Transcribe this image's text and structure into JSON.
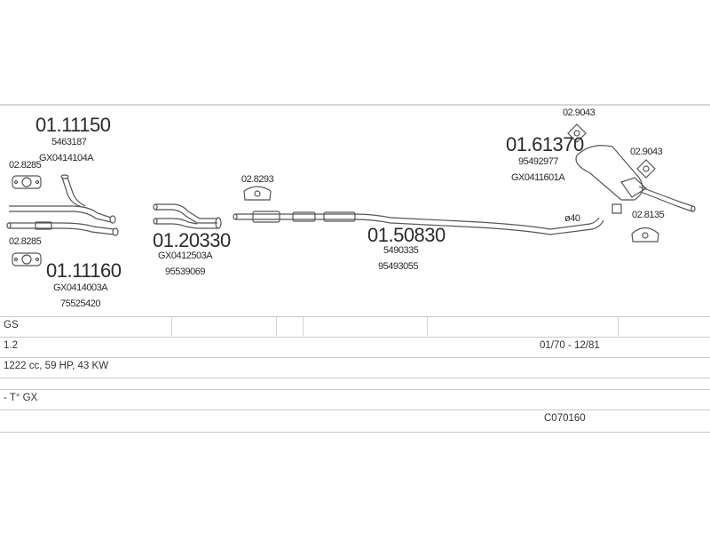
{
  "parts": {
    "front_pipe_upper": {
      "code": "01.11150",
      "ref1": "5463187",
      "ref2": "GX0414104A"
    },
    "front_pipe_lower": {
      "code": "01.11160",
      "ref1": "GX0414003A",
      "ref2": "75525420"
    },
    "gasket_left_upper": {
      "code": "02.8285"
    },
    "gasket_left_lower": {
      "code": "02.8285"
    },
    "y_pipe": {
      "code": "01.20330",
      "ref1": "GX0412503A",
      "ref2": "95539069"
    },
    "clamp_center": {
      "code": "02.8293"
    },
    "center_pipe": {
      "code": "01.50830",
      "ref1": "5490335",
      "ref2": "95493055"
    },
    "diameter_label": "ø40",
    "rear_silencer": {
      "code": "01.61370",
      "ref1": "95492977",
      "ref2": "GX0411601A"
    },
    "rubber_mount_1": {
      "code": "02.9043"
    },
    "rubber_mount_2": {
      "code": "02.9043"
    },
    "clamp_rear": {
      "code": "02.8135"
    }
  },
  "table": {
    "model": "GS",
    "engine": "1.2",
    "period": "01/70 - 12/81",
    "power": "1222 cc, 59 HP, 43 KW",
    "version": "- T° GX",
    "catalog_code": "C070160"
  }
}
